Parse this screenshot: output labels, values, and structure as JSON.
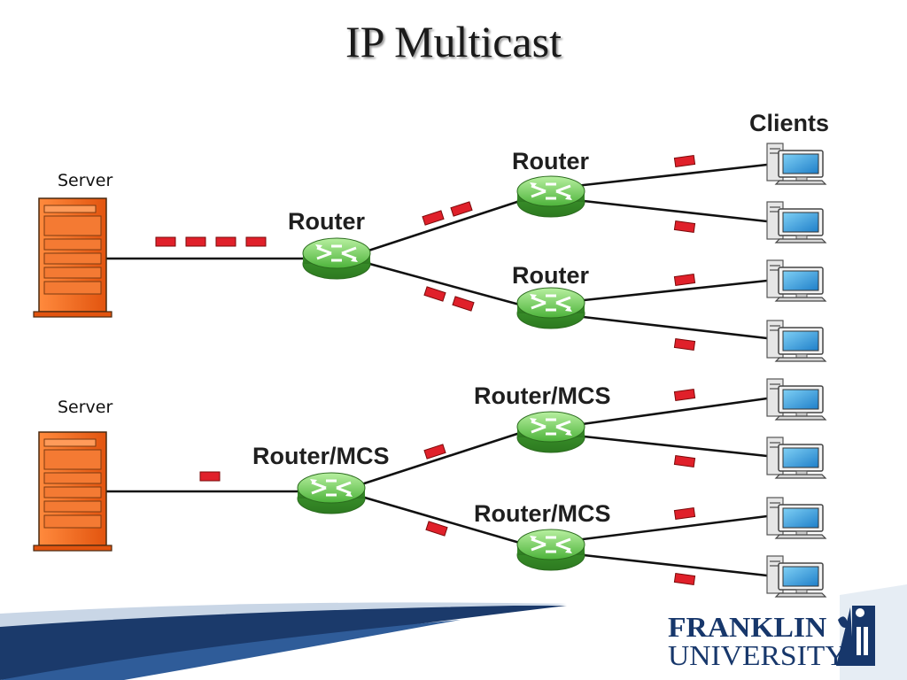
{
  "title": "IP Multicast",
  "labels": {
    "clients": "Clients",
    "server_top": "Server",
    "server_bottom": "Server",
    "router_main": "Router",
    "router_upper": "Router",
    "router_lower": "Router",
    "mcs_main": "Router/MCS",
    "mcs_upper": "Router/MCS",
    "mcs_lower": "Router/MCS"
  },
  "logo": {
    "line1": "FRANKLIN",
    "line2": "UNIVERSITY"
  },
  "colors": {
    "server": "#f26522",
    "router": "#5cc34a",
    "packet": "#e0202a",
    "line": "#111111",
    "logo": "#17376b"
  }
}
